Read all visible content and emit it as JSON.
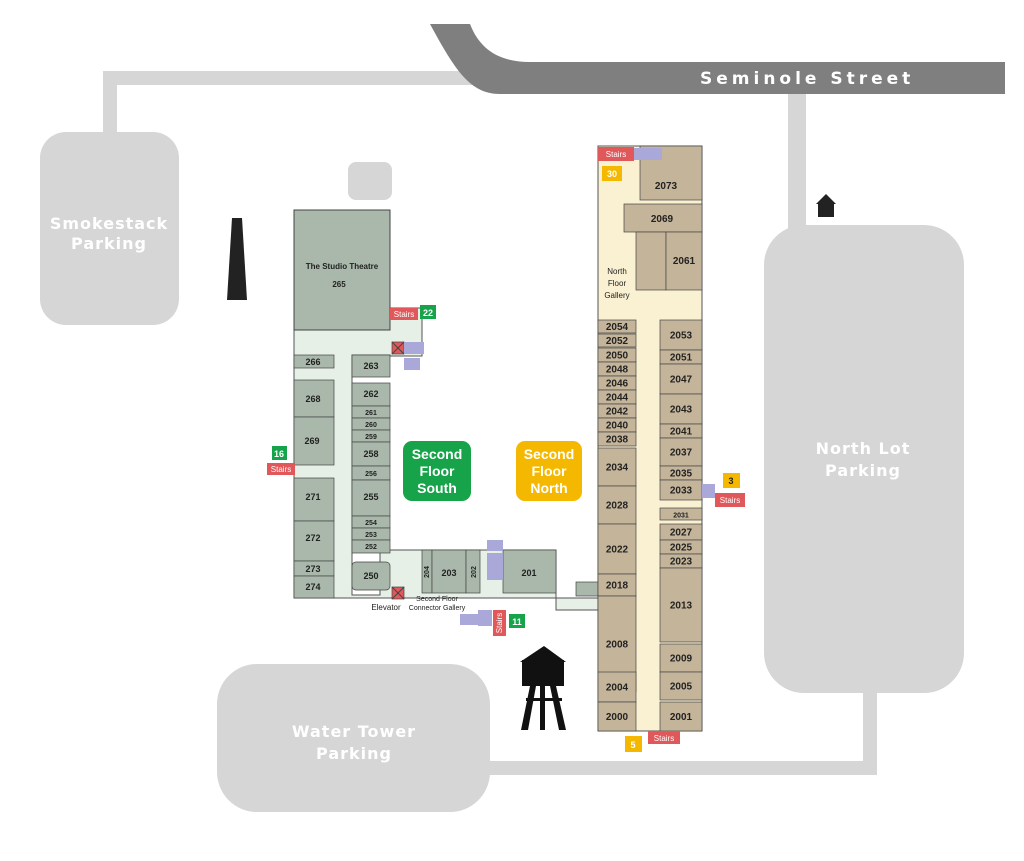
{
  "street": {
    "name": "Seminole Street"
  },
  "parking": {
    "smokestack": [
      "Smokestack",
      "Parking"
    ],
    "north_lot": [
      "North Lot",
      "Parking"
    ],
    "water_tower": [
      "Water Tower",
      "Parking"
    ]
  },
  "floor_labels": {
    "south": [
      "Second",
      "Floor",
      "South"
    ],
    "north": [
      "Second",
      "Floor",
      "North"
    ]
  },
  "areas": {
    "studio_theatre": "The Studio Theatre",
    "studio_theatre_room": "265",
    "north_gallery": [
      "North",
      "Floor",
      "Gallery"
    ],
    "connector_gallery": [
      "Second Floor",
      "Connector Gallery"
    ],
    "elevator": "Elevator"
  },
  "rooms": {
    "south_left": [
      "266",
      "268",
      "269",
      "271",
      "272",
      "273",
      "274"
    ],
    "south_inner": [
      "263",
      "262",
      "261",
      "260",
      "259",
      "258",
      "256",
      "255",
      "254",
      "253",
      "252",
      "250"
    ],
    "connector": [
      "204",
      "203",
      "202",
      "201"
    ],
    "north_top": [
      "2073",
      "2069",
      "2061"
    ],
    "north_left": [
      "2054",
      "2052",
      "2050",
      "2048",
      "2046",
      "2044",
      "2042",
      "2040",
      "2038",
      "2034",
      "2028",
      "2022",
      "2018",
      "2008",
      "2004",
      "2000"
    ],
    "north_right": [
      "2053",
      "2051",
      "2047",
      "2043",
      "2041",
      "2037",
      "2035",
      "2033",
      "2031",
      "2027",
      "2025",
      "2023",
      "2013",
      "2009",
      "2005",
      "2001"
    ]
  },
  "stairs_label": "Stairs",
  "stair_badges": {
    "s22": "22",
    "s16": "16",
    "s11": "11",
    "s30": "30",
    "s3": "3",
    "s5": "5"
  },
  "colors": {
    "road": "#7f7f7f",
    "path": "#d6d6d6",
    "parking": "#d6d6d6",
    "south_room": "#a9b8aa",
    "south_corridor": "#e6f0e6",
    "north_room": "#c4b59a",
    "north_corridor": "#faf0d2",
    "stairs": "#e0585a",
    "green_badge": "#16a34a",
    "yellow_badge": "#f5b800",
    "restroom": "#a9a8d8"
  }
}
